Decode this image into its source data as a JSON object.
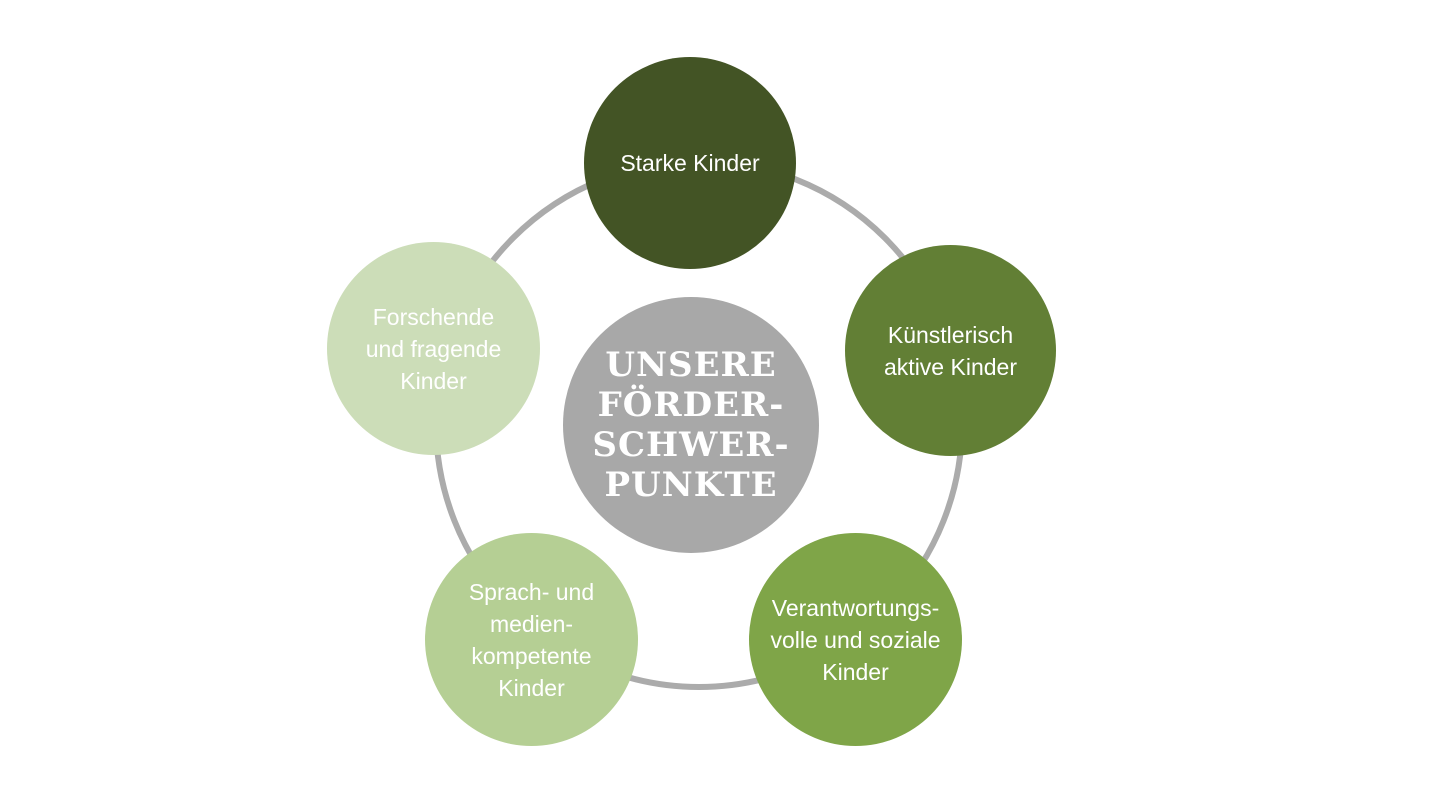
{
  "diagram": {
    "center": {
      "label": "UNSERE\nFÖRDER-\nSCHWER-\nPUNKTE",
      "color": "#a8a8a8"
    },
    "ring_color": "#ababab",
    "nodes": [
      {
        "label": "Starke Kinder",
        "color": "#435425"
      },
      {
        "label": "Künstlerisch\naktive Kinder",
        "color": "#627f35"
      },
      {
        "label": "Verantwortungs-\nvolle und soziale\nKinder",
        "color": "#7fa548"
      },
      {
        "label": "Sprach- und\nmedien-\nkompetente\nKinder",
        "color": "#b5cf94"
      },
      {
        "label": "Forschende\nund fragende\nKinder",
        "color": "#ccddb8"
      }
    ]
  }
}
